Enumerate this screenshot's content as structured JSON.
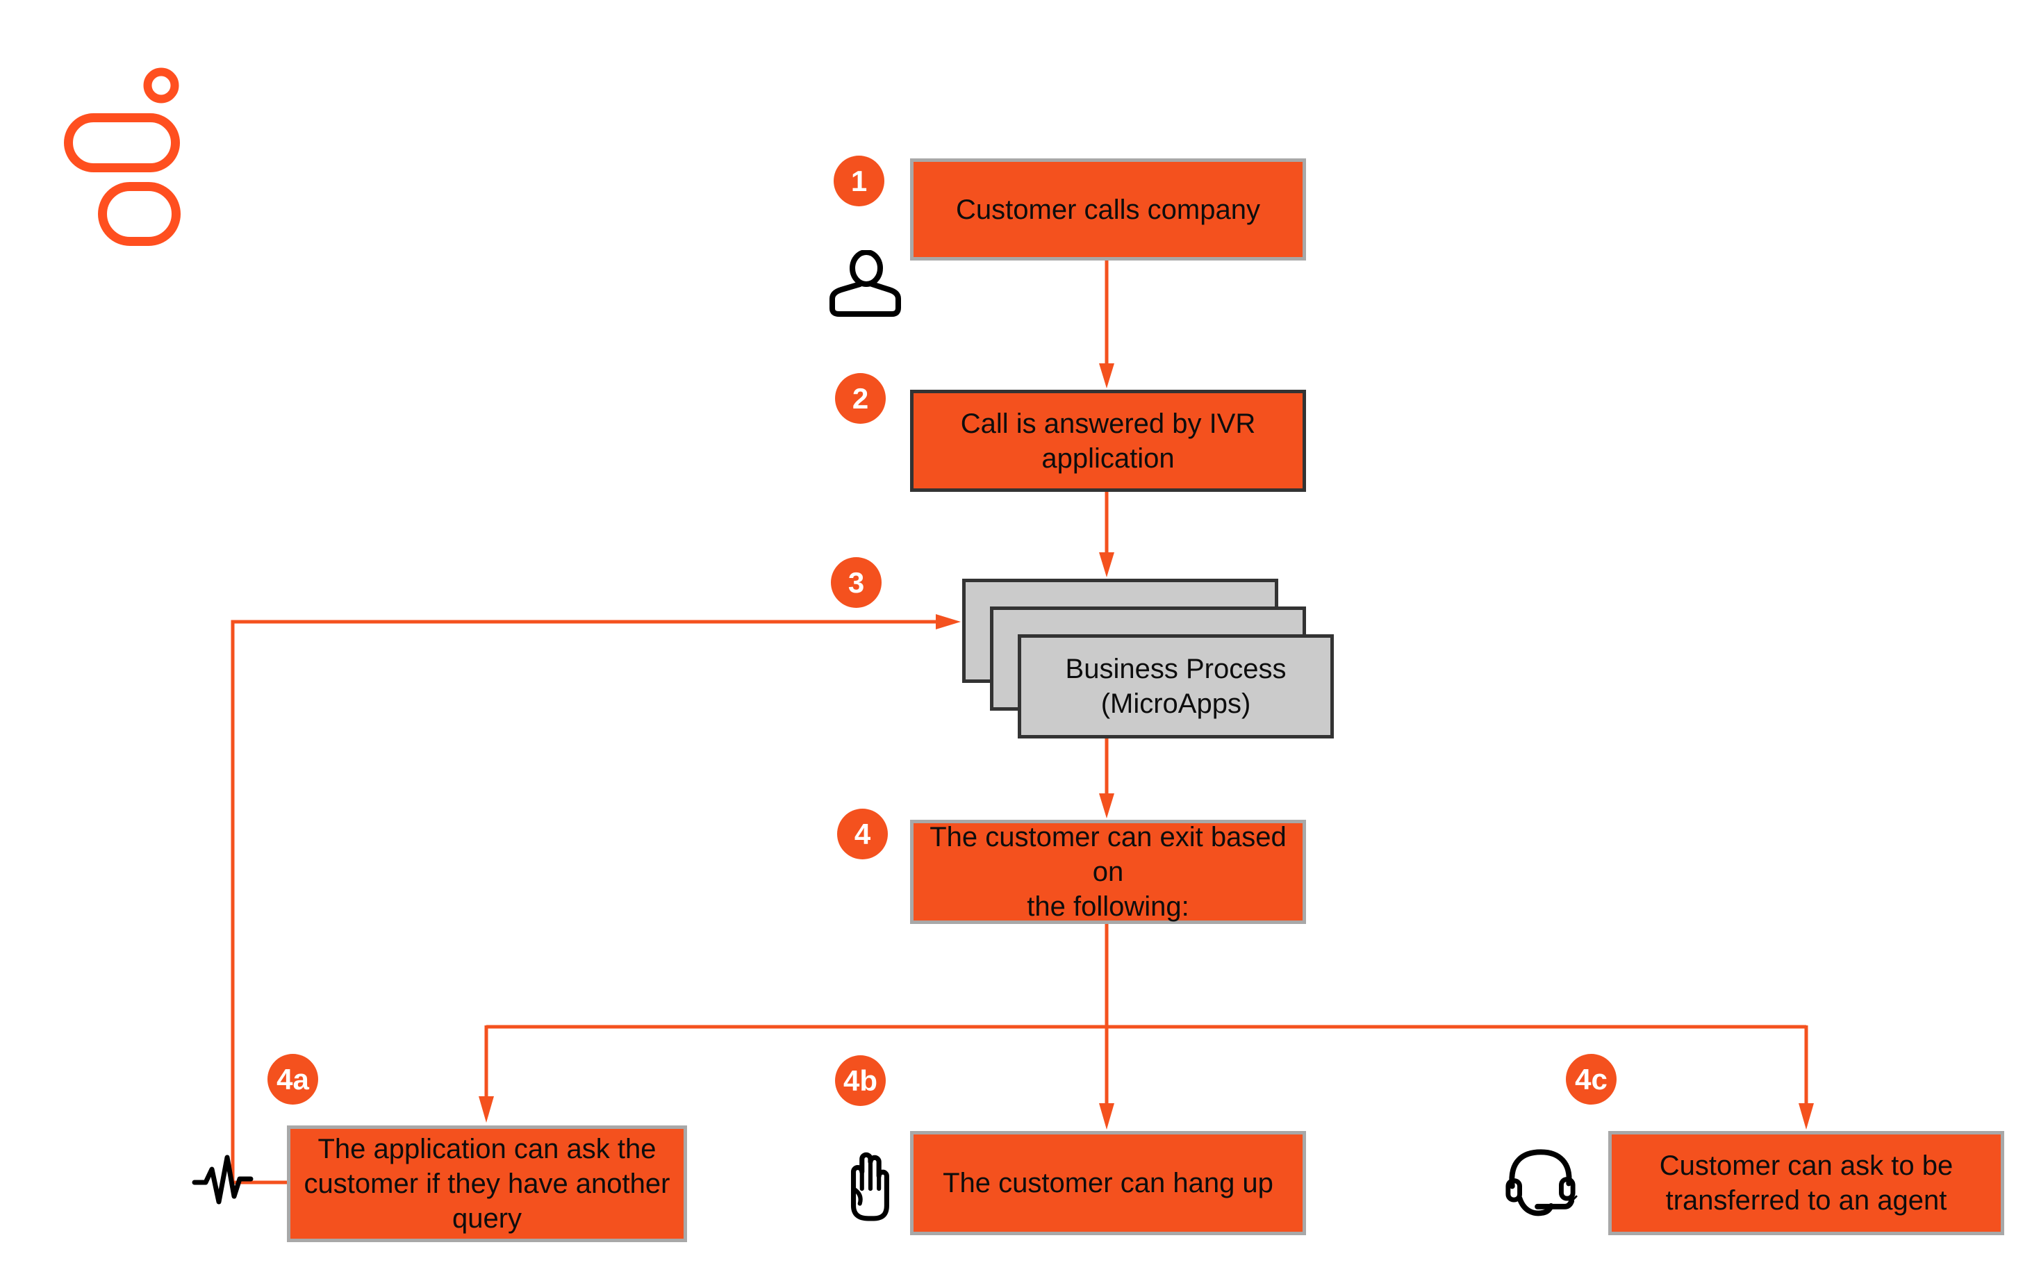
{
  "colors": {
    "accent_orange": "#F4511E",
    "logo_orange": "#FF4F1F",
    "line_orange": "#F4511E",
    "box_border_gray": "#A8A8A8",
    "box_border_dark": "#333333",
    "process_fill_gray": "#CBCBCB",
    "text_black": "#0D0D0D",
    "badge_text_white": "#FFFFFF",
    "background": "#FFFFFF"
  },
  "logo": {
    "name": "genesys-logo"
  },
  "nodes": {
    "s1": {
      "badge": "1",
      "label": "Customer calls company"
    },
    "s2": {
      "badge": "2",
      "label": "Call is answered by IVR\napplication"
    },
    "s3": {
      "badge": "3",
      "label": "Business Process\n(MicroApps)"
    },
    "s4": {
      "badge": "4",
      "label": "The customer can exit based on\nthe following:"
    },
    "s4a": {
      "badge": "4a",
      "label": "The application can ask the\ncustomer if they have another\nquery"
    },
    "s4b": {
      "badge": "4b",
      "label": "The customer can hang up"
    },
    "s4c": {
      "badge": "4c",
      "label": "Customer can ask to be\ntransferred to an agent"
    }
  },
  "icons": {
    "step1": "person-icon",
    "step4a": "pulse-icon",
    "step4b": "stop-hand-icon",
    "step4c": "headset-icon"
  },
  "connectors": [
    {
      "from": "1",
      "to": "2"
    },
    {
      "from": "2",
      "to": "3"
    },
    {
      "from": "3",
      "to": "4"
    },
    {
      "from": "4",
      "to": "4a"
    },
    {
      "from": "4",
      "to": "4b"
    },
    {
      "from": "4",
      "to": "4c"
    },
    {
      "from": "4a",
      "to": "3"
    }
  ]
}
